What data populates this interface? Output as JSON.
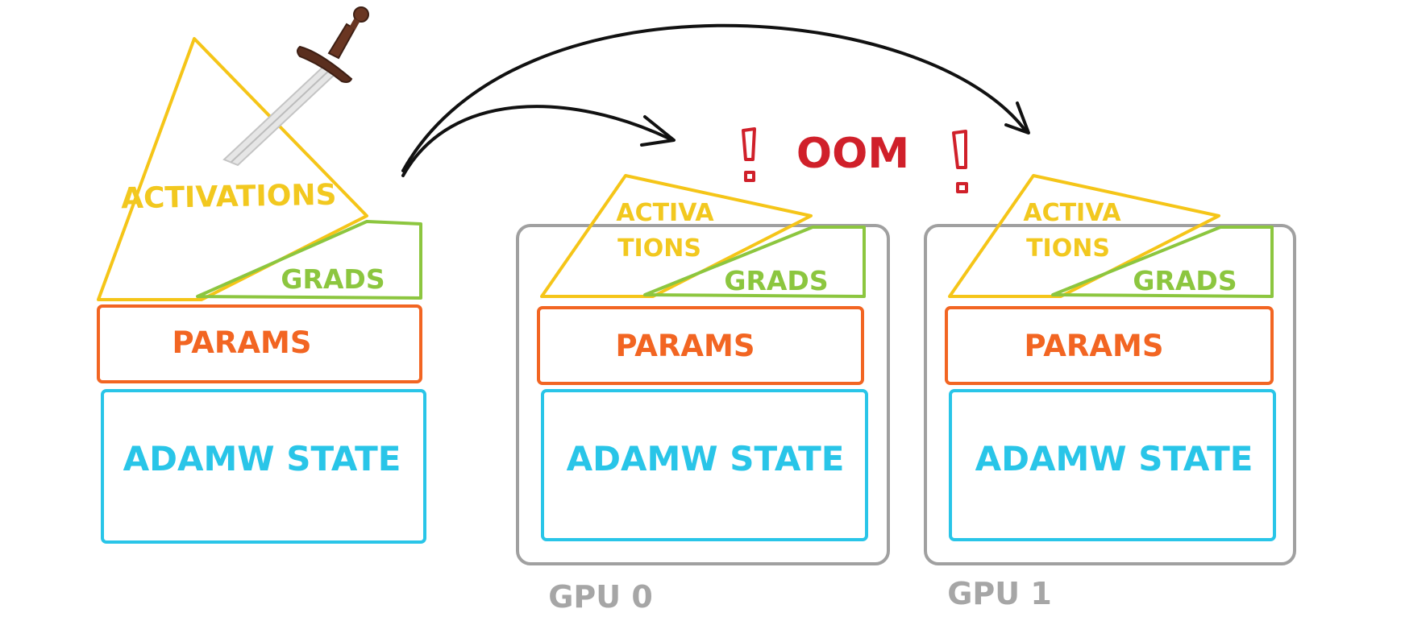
{
  "labels": {
    "activations": "ACTIVATIONS",
    "activa": "ACTIVA",
    "tions": "TIONS",
    "grads": "GRADS",
    "params": "PARAMS",
    "adamw": "ADAMW STATE",
    "oom": "OOM",
    "exclamation": "!",
    "gpu0": "GPU 0",
    "gpu1": "GPU 1"
  },
  "icons": [
    "sword-icon",
    "arrow-icon"
  ],
  "colors": {
    "activations": "#f5c518",
    "grads": "#8cc63f",
    "params": "#f26522",
    "adamw": "#29c5e8",
    "gpu_frame": "#a0a0a0",
    "arrows": "#111111",
    "oom": "#d0202a"
  }
}
